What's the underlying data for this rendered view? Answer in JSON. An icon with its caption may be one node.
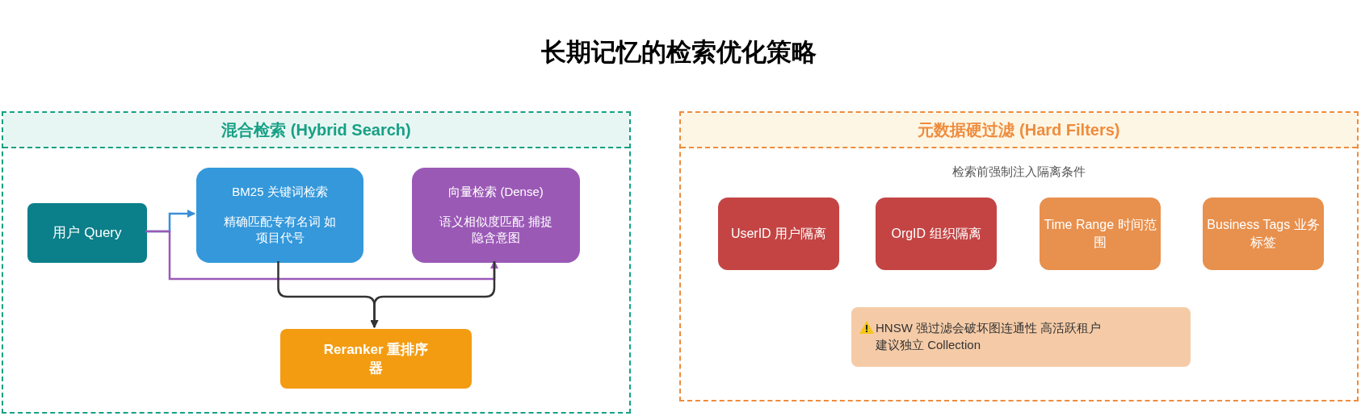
{
  "diagram": {
    "title": "长期记忆的检索优化策略",
    "nodes": [
      {
        "text": [
          "混合检索 (Hybrid Search)"
        ]
      },
      {
        "text": [
          "用户 Query"
        ],
        "in": 0
      },
      {
        "text": [
          "BM25 关键词检索",
          "精确匹配专有名词 如项目代号"
        ],
        "in": 0
      },
      {
        "text": [
          "向量检索 (Dense)",
          "语义相似度匹配 捕捉隐含意图"
        ],
        "in": 0
      },
      {
        "text": [
          "Reranker 重排序器"
        ],
        "in": 0
      },
      {
        "text": [
          "元数据硬过滤 (Hard Filters)",
          "检索前强制注入隔离条件"
        ]
      },
      {
        "text": [
          "UserID 用户隔离"
        ],
        "in": 5
      },
      {
        "text": [
          "OrgID 组织隔离"
        ],
        "in": 5
      },
      {
        "text": [
          "Time Range 时间范围"
        ],
        "in": 5
      },
      {
        "text": [
          "Business Tags 业务标签"
        ],
        "in": 5
      },
      {
        "text": [
          "HNSW 强过滤会破坏图连通性 高活跃租户建议独立 Collection"
        ],
        "in": 5
      }
    ],
    "edges": [
      {
        "from": 1,
        "to": 2,
        "arrow": "to",
        "color": "#3a8fd8"
      },
      {
        "from": 1,
        "to": 3,
        "arrow": "to",
        "color": "#9b59b6"
      },
      {
        "from": 2,
        "to": 4,
        "arrow": "to"
      },
      {
        "from": 3,
        "to": 4,
        "arrow": "to"
      }
    ]
  }
}
